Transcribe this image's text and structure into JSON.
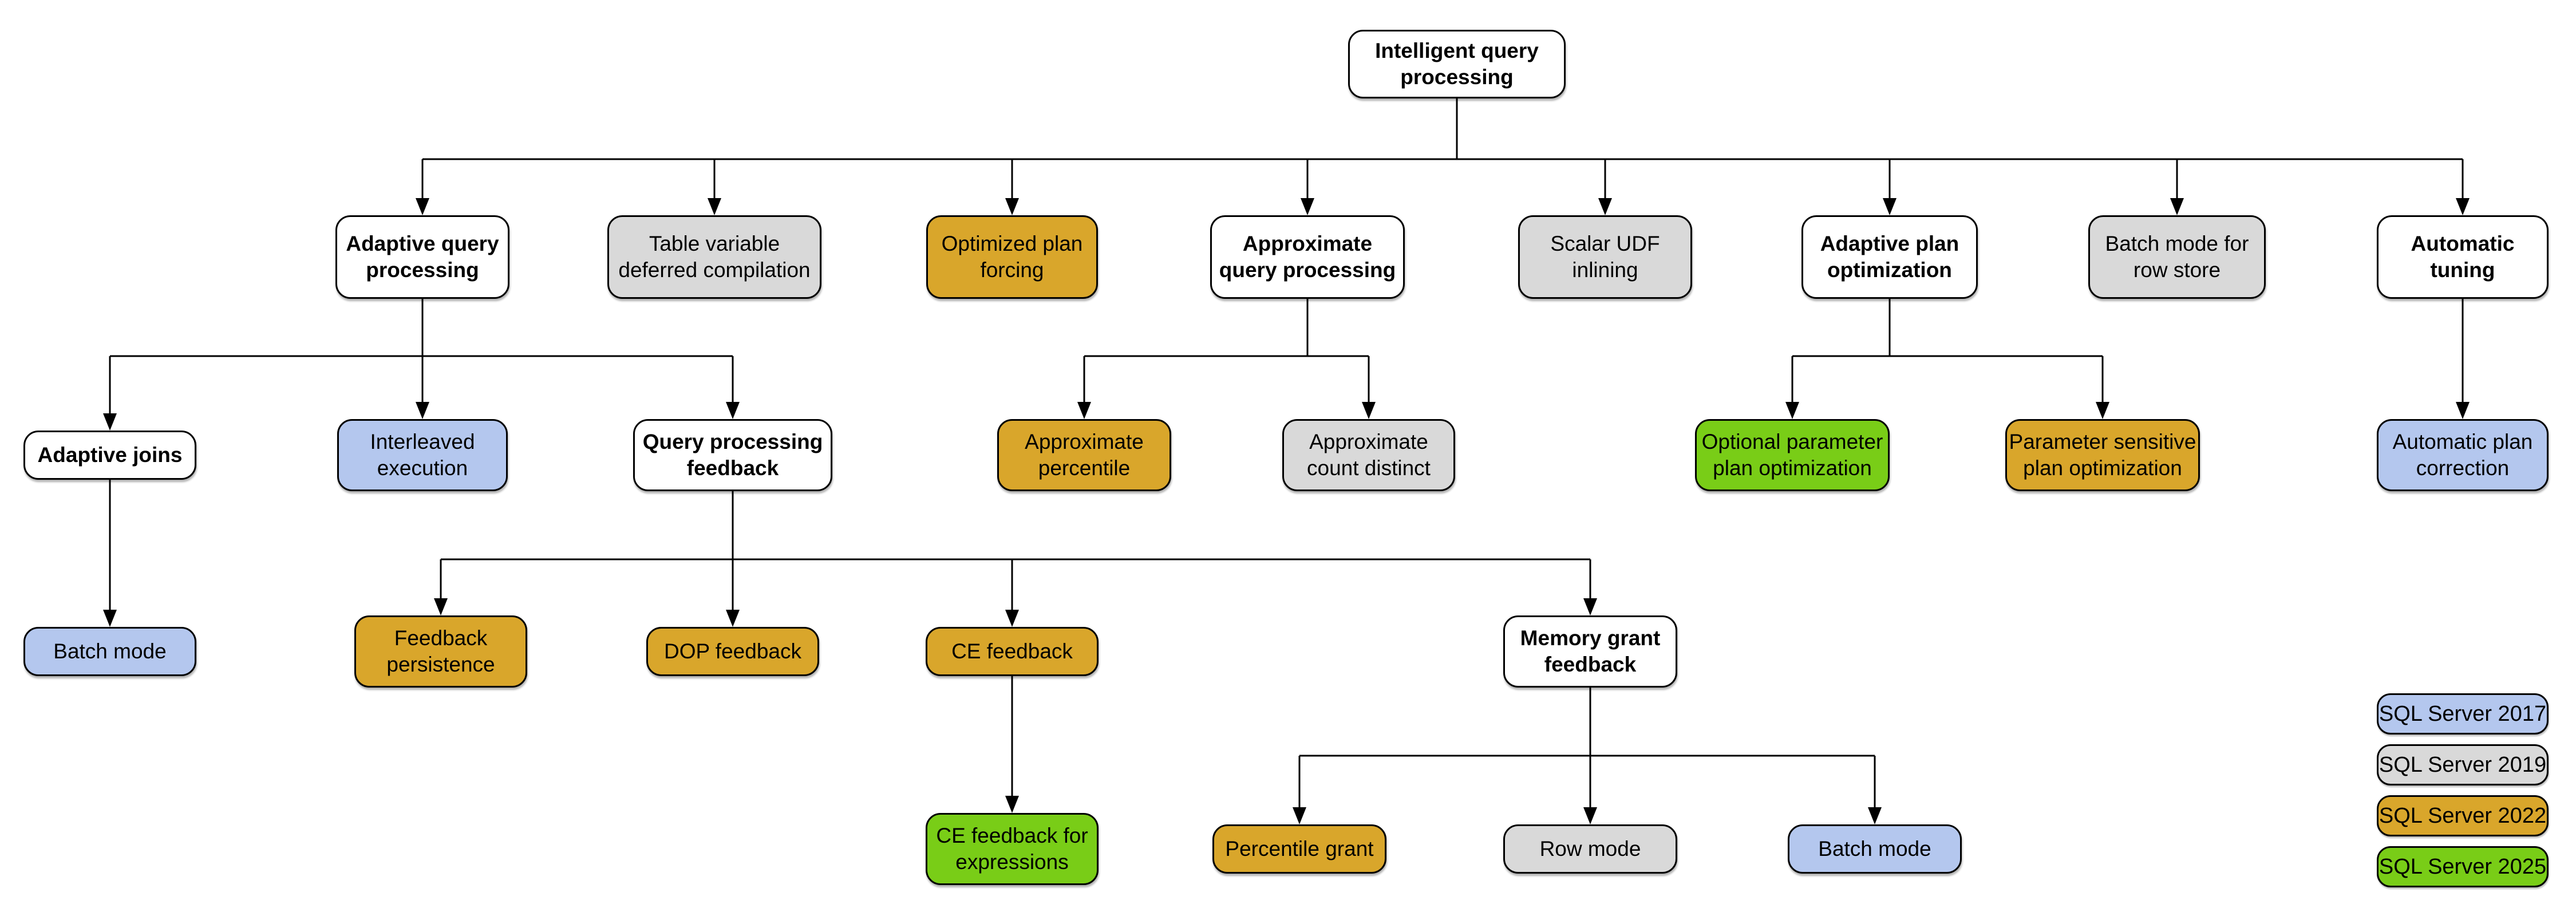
{
  "colors": {
    "category": "#FFFFFF",
    "sql2017": "#B4C7EE",
    "sql2019": "#D9D9D9",
    "sql2022": "#D9A62B",
    "sql2025": "#79CD17",
    "line": "#000000",
    "background": "#FFFFFF"
  },
  "nodes": {
    "root": {
      "label": "Intelligent query\nprocessing",
      "version": "category"
    },
    "adaptive_query_processing": {
      "label": "Adaptive query\nprocessing",
      "version": "category"
    },
    "table_variable_deferred_compilation": {
      "label": "Table variable\ndeferred compilation",
      "version": "sql2019"
    },
    "optimized_plan_forcing": {
      "label": "Optimized plan\nforcing",
      "version": "sql2022"
    },
    "approximate_query_processing": {
      "label": "Approximate\nquery processing",
      "version": "category"
    },
    "scalar_udf_inlining": {
      "label": "Scalar UDF\ninlining",
      "version": "sql2019"
    },
    "adaptive_plan_optimization": {
      "label": "Adaptive plan\noptimization",
      "version": "category"
    },
    "batch_mode_for_row_store": {
      "label": "Batch mode for\nrow store",
      "version": "sql2019"
    },
    "automatic_tuning": {
      "label": "Automatic\ntuning",
      "version": "category"
    },
    "adaptive_joins": {
      "label": "Adaptive joins",
      "version": "category"
    },
    "interleaved_execution": {
      "label": "Interleaved\nexecution",
      "version": "sql2017"
    },
    "query_processing_feedback": {
      "label": "Query processing\nfeedback",
      "version": "category"
    },
    "approximate_percentile": {
      "label": "Approximate\npercentile",
      "version": "sql2022"
    },
    "approximate_count_distinct": {
      "label": "Approximate\ncount distinct",
      "version": "sql2019"
    },
    "optional_parameter_plan_optimization": {
      "label": "Optional parameter\nplan optimization",
      "version": "sql2025"
    },
    "parameter_sensitive_plan_optimization": {
      "label": "Parameter sensitive\nplan optimization",
      "version": "sql2022"
    },
    "automatic_plan_correction": {
      "label": "Automatic plan\ncorrection",
      "version": "sql2017"
    },
    "batch_mode_adaptive_joins": {
      "label": "Batch mode",
      "version": "sql2017"
    },
    "feedback_persistence": {
      "label": "Feedback\npersistence",
      "version": "sql2022"
    },
    "dop_feedback": {
      "label": "DOP feedback",
      "version": "sql2022"
    },
    "ce_feedback": {
      "label": "CE feedback",
      "version": "sql2022"
    },
    "memory_grant_feedback": {
      "label": "Memory grant\nfeedback",
      "version": "category"
    },
    "ce_feedback_for_expressions": {
      "label": "CE feedback for\nexpressions",
      "version": "sql2025"
    },
    "percentile_grant": {
      "label": "Percentile grant",
      "version": "sql2022"
    },
    "row_mode": {
      "label": "Row mode",
      "version": "sql2019"
    },
    "batch_mode_memory_grant": {
      "label": "Batch mode",
      "version": "sql2017"
    }
  },
  "legend": {
    "items": [
      {
        "label": "SQL Server 2017",
        "version": "sql2017"
      },
      {
        "label": "SQL Server 2019",
        "version": "sql2019"
      },
      {
        "label": "SQL Server 2022",
        "version": "sql2022"
      },
      {
        "label": "SQL Server 2025",
        "version": "sql2025"
      }
    ]
  }
}
